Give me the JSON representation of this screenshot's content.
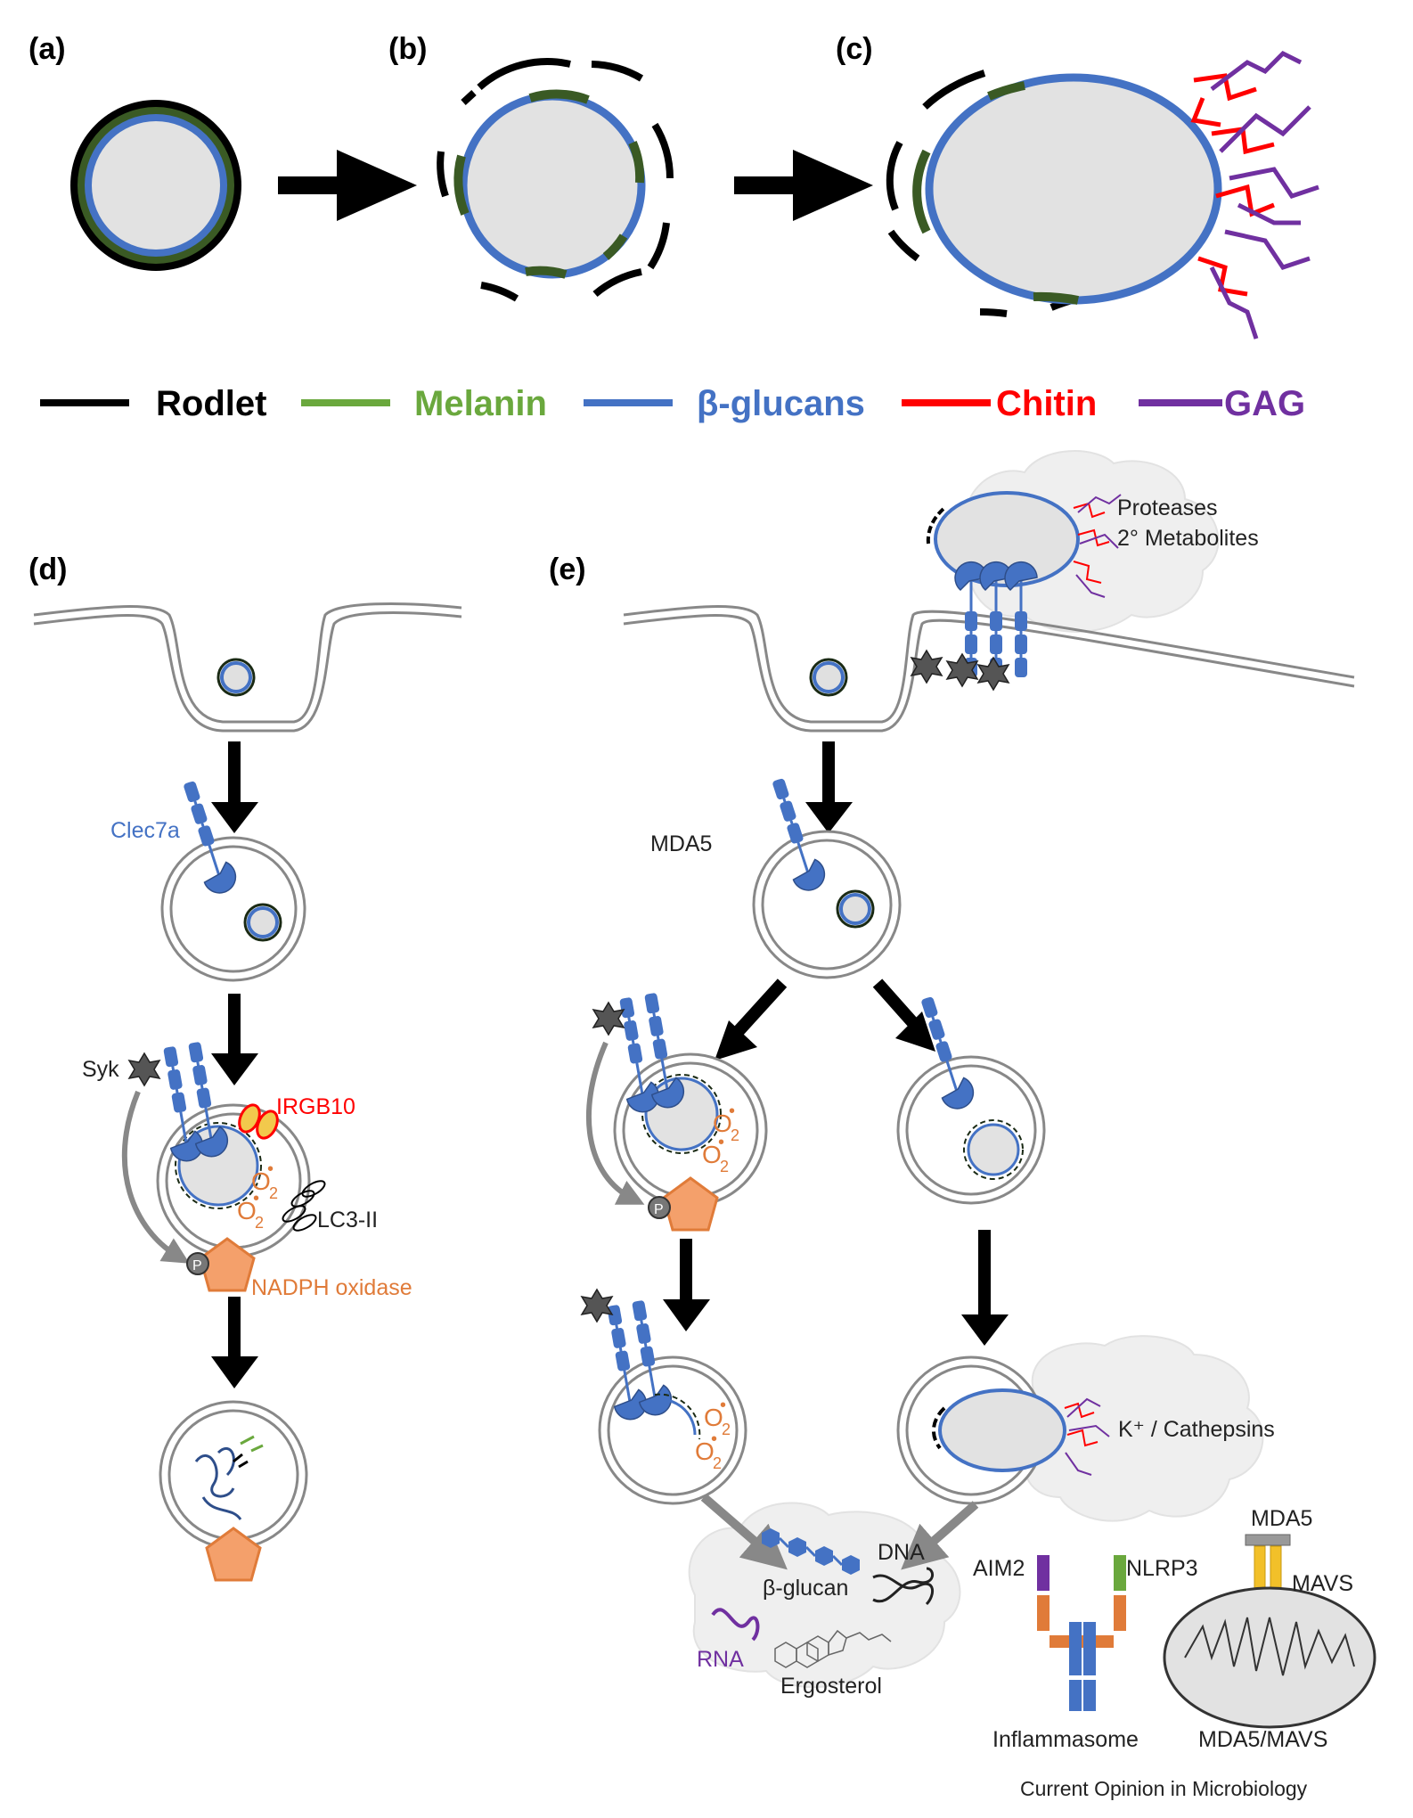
{
  "panels": {
    "a": "(a)",
    "b": "(b)",
    "c": "(c)",
    "d": "(d)",
    "e": "(e)"
  },
  "legend": [
    {
      "label": "Rodlet",
      "color": "#000000"
    },
    {
      "label": "Melanin",
      "color": "#6aa83d"
    },
    {
      "label": "β-glucans",
      "color": "#4472c4"
    },
    {
      "label": "Chitin",
      "color": "#ff0000"
    },
    {
      "label": "GAG",
      "color": "#7030a0"
    }
  ],
  "labels_d": {
    "clec7a": "Clec7a",
    "syk": "Syk",
    "irgb10": "IRGB10",
    "lc3": "LC3-II",
    "nadph": "NADPH oxidase",
    "p": "P"
  },
  "labels_e": {
    "proteases": "Proteases",
    "metabolites": "2° Metabolites",
    "mda5_top": "MDA5",
    "k_cathepsins": "K⁺ / Cathepsins",
    "dna": "DNA",
    "beta_glucan": "β-glucan",
    "rna": "RNA",
    "ergosterol": "Ergosterol",
    "aim2": "AIM2",
    "nlrp3": "NLRP3",
    "inflammasome": "Inflammasome",
    "mda5_mito": "MDA5",
    "mavs": "MAVS",
    "mda5_mavs": "MDA5/MAVS",
    "p": "P"
  },
  "superoxide": {
    "base": "O",
    "sub": "2",
    "dot": "•"
  },
  "credit": "Current Opinion in Microbiology",
  "colors": {
    "rodlet": "#000000",
    "melanin": "#3a5a24",
    "glucan": "#4472c4",
    "chitin": "#ff0000",
    "gag": "#7030a0",
    "nadph": "#f4a06b",
    "nadph_edge": "#e07b39",
    "superoxide": "#e07b39",
    "irgb10": "#ff0000",
    "membrane": "#888888",
    "cloud": "#efefef",
    "syk": "#555555"
  }
}
